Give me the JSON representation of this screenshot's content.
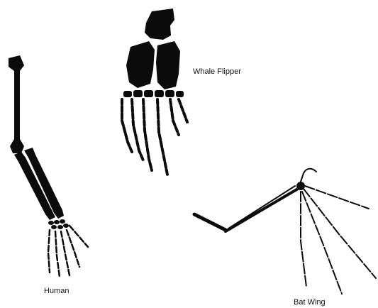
{
  "labels": {
    "whale": "Whale Flipper",
    "human": "Human",
    "bat": "Bat Wing"
  },
  "colors": {
    "bone": "#0b0b0b",
    "background": "#ffffff"
  }
}
